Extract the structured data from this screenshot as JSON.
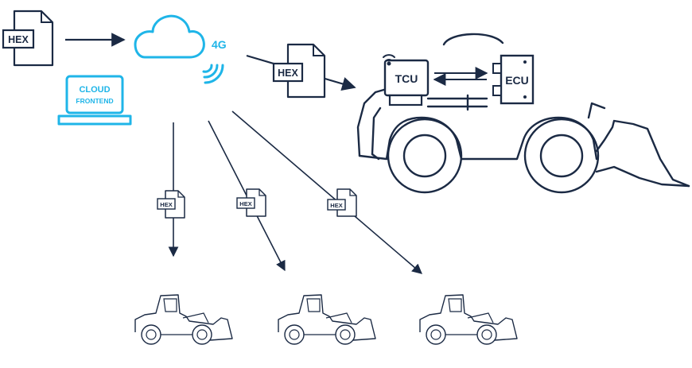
{
  "colors": {
    "navy": "#1b2a44",
    "cyan": "#1fb5e8",
    "background": "#ffffff"
  },
  "labels": {
    "hex": "HEX",
    "cloud": "CLOUD",
    "frontend": "FRONTEND",
    "network": "4G",
    "tcu": "TCU",
    "ecu": "ECU"
  },
  "icons": {
    "file": "hex-file-icon",
    "cloud": "cloud-icon",
    "laptop": "laptop-icon",
    "signal": "wifi-signal-icon",
    "machine": "wheel-loader-icon"
  }
}
